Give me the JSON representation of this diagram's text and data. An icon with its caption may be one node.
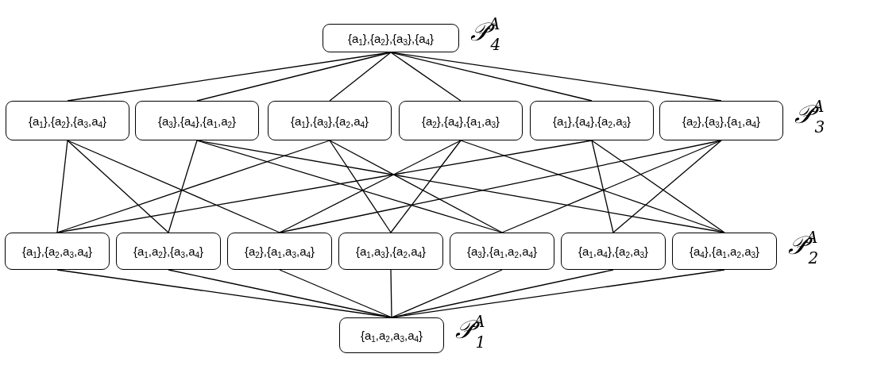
{
  "diagram": {
    "nodes": [
      {
        "text": [
          "{a$_{1}$},{a$_{2}$},{a$_{3}$},{a$_{4}$}"
        ],
        "beside": [
          "𝒫$^{A}$$_{4}$"
        ]
      },
      {
        "text": [
          "{a$_{1}$},{a$_{2}$},{a$_{3}$,a$_{4}$}"
        ]
      },
      {
        "text": [
          "{a$_{3}$},{a$_{4}$},{a$_{1}$,a$_{2}$}"
        ]
      },
      {
        "text": [
          "{a$_{1}$},{a$_{3}$},{a$_{2}$,a$_{4}$}"
        ]
      },
      {
        "text": [
          "{a$_{2}$},{a$_{4}$},{a$_{1}$,a$_{3}$}"
        ]
      },
      {
        "text": [
          "{a$_{1}$},{a$_{4}$},{a$_{2}$,a$_{3}$}"
        ]
      },
      {
        "text": [
          "{a$_{2}$},{a$_{3}$},{a$_{1}$,a$_{4}$}"
        ],
        "beside": [
          "𝒫$^{A}$$_{3}$"
        ]
      },
      {
        "text": [
          "{a$_{1}$},{a$_{2}$,a$_{3}$,a$_{4}$}"
        ]
      },
      {
        "text": [
          "{a$_{1}$,a$_{2}$},{a$_{3}$,a$_{4}$}"
        ]
      },
      {
        "text": [
          "{a$_{2}$},{a$_{1}$,a$_{3}$,a$_{4}$}"
        ]
      },
      {
        "text": [
          "{a$_{1}$,a$_{3}$},{a$_{2}$,a$_{4}$}"
        ]
      },
      {
        "text": [
          "{a$_{3}$},{a$_{1}$,a$_{2}$,a$_{4}$}"
        ]
      },
      {
        "text": [
          "{a$_{1}$,a$_{4}$},{a$_{2}$,a$_{3}$}"
        ]
      },
      {
        "text": [
          "{a$_{4}$},{a$_{1}$,a$_{2}$,a$_{3}$}"
        ],
        "beside": [
          "𝒫$^{A}$$_{2}$"
        ]
      },
      {
        "text": [
          "{a$_{1}$,a$_{2}$,a$_{3}$,a$_{4}$}"
        ],
        "beside": [
          "𝒫$^{A}$$_{1}$"
        ]
      }
    ],
    "edges": [
      {
        "from": 0,
        "to": 1,
        "arrow": "none"
      },
      {
        "from": 0,
        "to": 2,
        "arrow": "none"
      },
      {
        "from": 0,
        "to": 3,
        "arrow": "none"
      },
      {
        "from": 0,
        "to": 4,
        "arrow": "none"
      },
      {
        "from": 0,
        "to": 5,
        "arrow": "none"
      },
      {
        "from": 0,
        "to": 6,
        "arrow": "none"
      },
      {
        "from": 1,
        "to": 7,
        "arrow": "none"
      },
      {
        "from": 1,
        "to": 8,
        "arrow": "none"
      },
      {
        "from": 1,
        "to": 9,
        "arrow": "none"
      },
      {
        "from": 2,
        "to": 8,
        "arrow": "none"
      },
      {
        "from": 2,
        "to": 11,
        "arrow": "none"
      },
      {
        "from": 2,
        "to": 13,
        "arrow": "none"
      },
      {
        "from": 3,
        "to": 7,
        "arrow": "none"
      },
      {
        "from": 3,
        "to": 10,
        "arrow": "none"
      },
      {
        "from": 3,
        "to": 11,
        "arrow": "none"
      },
      {
        "from": 4,
        "to": 9,
        "arrow": "none"
      },
      {
        "from": 4,
        "to": 10,
        "arrow": "none"
      },
      {
        "from": 4,
        "to": 13,
        "arrow": "none"
      },
      {
        "from": 5,
        "to": 7,
        "arrow": "none"
      },
      {
        "from": 5,
        "to": 12,
        "arrow": "none"
      },
      {
        "from": 5,
        "to": 13,
        "arrow": "none"
      },
      {
        "from": 6,
        "to": 9,
        "arrow": "none"
      },
      {
        "from": 6,
        "to": 11,
        "arrow": "none"
      },
      {
        "from": 6,
        "to": 12,
        "arrow": "none"
      },
      {
        "from": 7,
        "to": 14,
        "arrow": "none"
      },
      {
        "from": 8,
        "to": 14,
        "arrow": "none"
      },
      {
        "from": 9,
        "to": 14,
        "arrow": "none"
      },
      {
        "from": 10,
        "to": 14,
        "arrow": "none"
      },
      {
        "from": 11,
        "to": 14,
        "arrow": "none"
      },
      {
        "from": 12,
        "to": 14,
        "arrow": "none"
      },
      {
        "from": 13,
        "to": 14,
        "arrow": "none"
      }
    ]
  }
}
